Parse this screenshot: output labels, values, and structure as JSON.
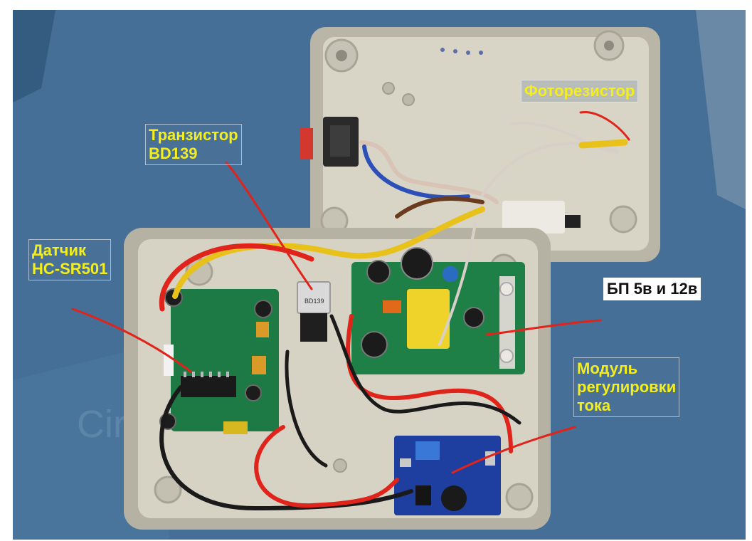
{
  "labels": {
    "photoresistor": {
      "text": "Фоторезистор",
      "color": "#f4ee1e"
    },
    "transistor": {
      "line1": "Транзистор",
      "line2": "BD139",
      "color": "#f4ee1e"
    },
    "sensor": {
      "line1": "Датчик",
      "line2": "HC-SR501",
      "color": "#f4ee1e"
    },
    "psu": {
      "text": "БП 5в и 12в",
      "color": "#111111"
    },
    "current_module": {
      "line1": "Модуль",
      "line2": "регулировки",
      "line3": "тока",
      "color": "#f4ee1e"
    }
  },
  "component_markings": {
    "transistor_print": "BD139"
  },
  "colors": {
    "mat_blue": "#3f6f99",
    "enclosure_grey": "#cfcbbd",
    "pcb_green": "#1d7a45",
    "module_blue": "#1e3fa0",
    "annotation_red": "#e0231b",
    "wire_yellow": "#e8c21a"
  }
}
